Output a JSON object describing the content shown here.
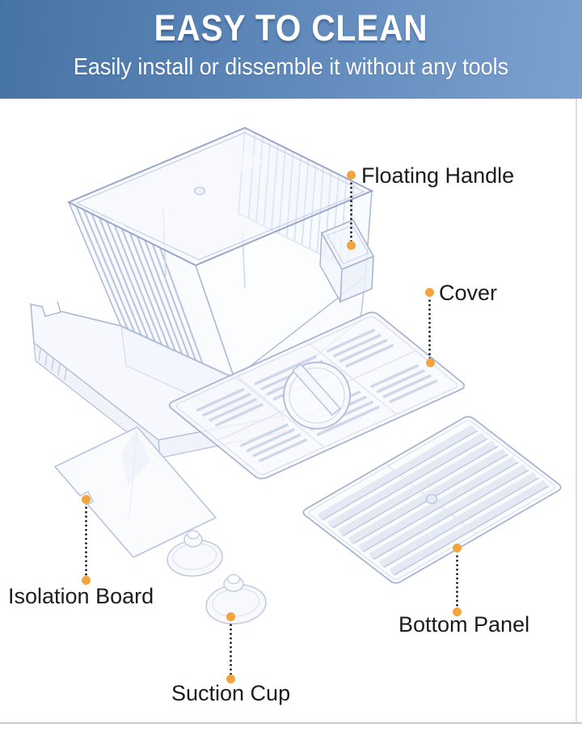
{
  "header": {
    "title": "EASY TO CLEAN",
    "subtitle": "Easily install or dissemble it without any tools"
  },
  "callouts": {
    "floating_handle": "Floating Handle",
    "cover": "Cover",
    "isolation_board": "Isolation Board",
    "suction_cup": "Suction Cup",
    "bottom_panel": "Bottom Panel"
  },
  "colors": {
    "header_gradient_left": "#4673a5",
    "header_gradient_right": "#7ba1cf",
    "header_text": "#ffffff",
    "callout_dot": "#f2a43d",
    "callout_line": "#161616",
    "callout_text": "#1b1b1b",
    "artwork_line": "#aab5d6",
    "background": "#ffffff"
  },
  "artwork": {
    "parts": [
      "breeding-box",
      "floating-handle",
      "cover",
      "isolation-board",
      "suction-cups",
      "bottom-panel"
    ]
  }
}
